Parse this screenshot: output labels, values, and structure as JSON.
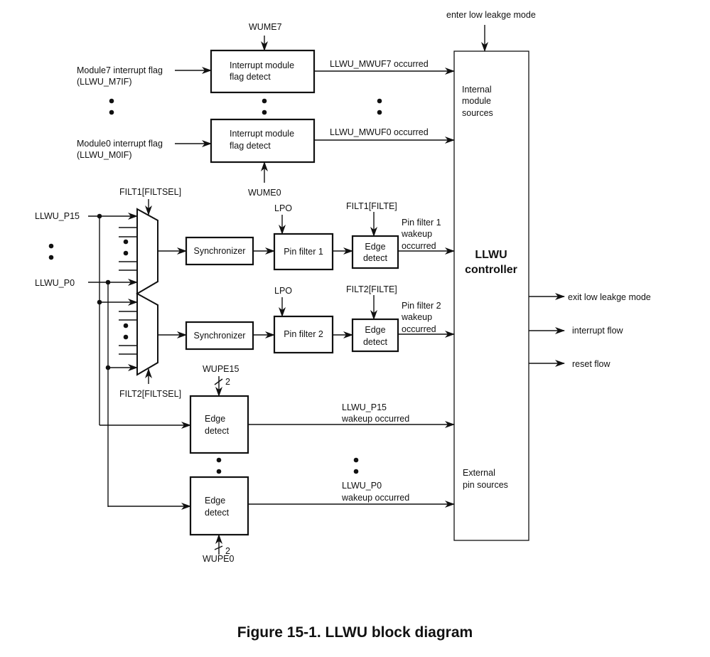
{
  "caption": "Figure 15-1. LLWU block diagram",
  "top": {
    "enter_mode": "enter low leakge mode",
    "wume7": "WUME7",
    "wume0": "WUME0",
    "module7_flag_line1": "Module7 interrupt flag",
    "module7_flag_line2": "(LLWU_M7IF)",
    "module0_flag_line1": "Module0 interrupt flag",
    "module0_flag_line2": "(LLWU_M0IF)",
    "imfd7_line1": "Interrupt module",
    "imfd7_line2": "flag detect",
    "imfd0_line1": "Interrupt module",
    "imfd0_line2": "flag detect",
    "mwuf7": "LLWU_MWUF7 occurred",
    "mwuf0": "LLWU_MWUF0 occurred"
  },
  "filters": {
    "filt1_sel": "FILT1[FILTSEL]",
    "filt2_sel": "FILT2[FILTSEL]",
    "p15": "LLWU_P15",
    "p0": "LLWU_P0",
    "sync1": "Synchronizer",
    "sync2": "Synchronizer",
    "lpo1": "LPO",
    "lpo2": "LPO",
    "pinfilter1": "Pin filter 1",
    "pinfilter2": "Pin filter 2",
    "filt1_filte": "FILT1[FILTE]",
    "filt2_filte": "FILT2[FILTE]",
    "edge_line1": "Edge",
    "edge_line2": "detect",
    "pf1_out_line1": "Pin filter 1",
    "pf1_out_line2": "wakeup",
    "pf1_out_line3": "occurred",
    "pf2_out_line1": "Pin filter 2",
    "pf2_out_line2": "wakeup",
    "pf2_out_line3": "occurred"
  },
  "pins": {
    "wupe15": "WUPE15",
    "wupe0": "WUPE0",
    "bus_width": "2",
    "p15_out_line1": "LLWU_P15",
    "p15_out_line2": "wakeup occurred",
    "p0_out_line1": "LLWU_P0",
    "p0_out_line2": "wakeup occurred"
  },
  "controller": {
    "title_line1": "LLWU",
    "title_line2": "controller",
    "internal_line1": "Internal",
    "internal_line2": "module",
    "internal_line3": "sources",
    "external_line1": "External",
    "external_line2": "pin sources",
    "outputs": [
      "exit low leakge mode",
      "interrupt flow",
      "reset flow"
    ]
  }
}
